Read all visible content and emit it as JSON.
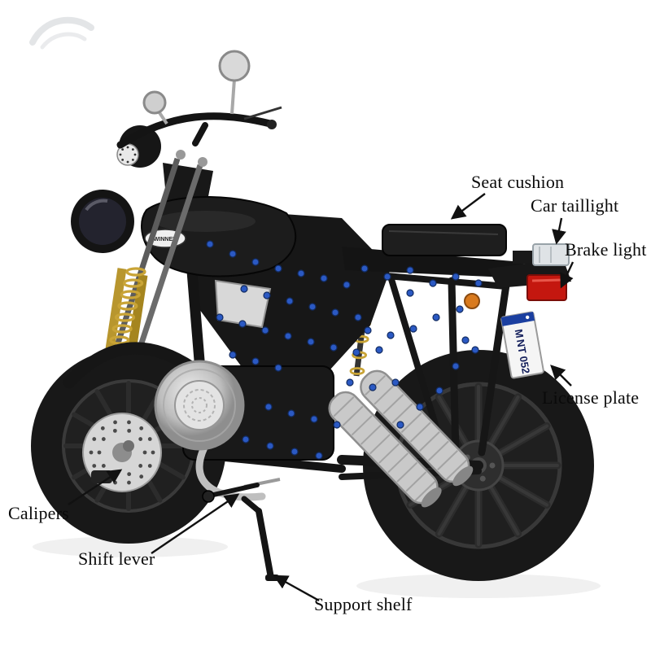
{
  "figure": {
    "type": "annotated-product-photo",
    "subject": "Black brick-built technic motorcycle model on white background with part callouts"
  },
  "annotations": {
    "seat_cushion": "Seat cushion",
    "car_taillight": "Car taillight",
    "brake_light": "Brake light",
    "license_plate": "License plate",
    "calipers": "Calipers",
    "shift_lever": "Shift lever",
    "support_shelf": "Support shelf"
  },
  "model_text": {
    "tank_badge": "WINNER",
    "plate_letter": "M",
    "plate_number": "NT 052"
  },
  "colors": {
    "arrow": "#111111",
    "label_text": "#0a0a0a",
    "body_black": "#1a1a1a",
    "fork_gold": "#b8962e",
    "pin_blue": "#2b59c3",
    "exhaust_silver": "#c9c9c9",
    "brake_light_red": "#c4170f",
    "turn_signal_orange": "#d97a1e",
    "plate_band_blue": "#1b3fa0"
  }
}
